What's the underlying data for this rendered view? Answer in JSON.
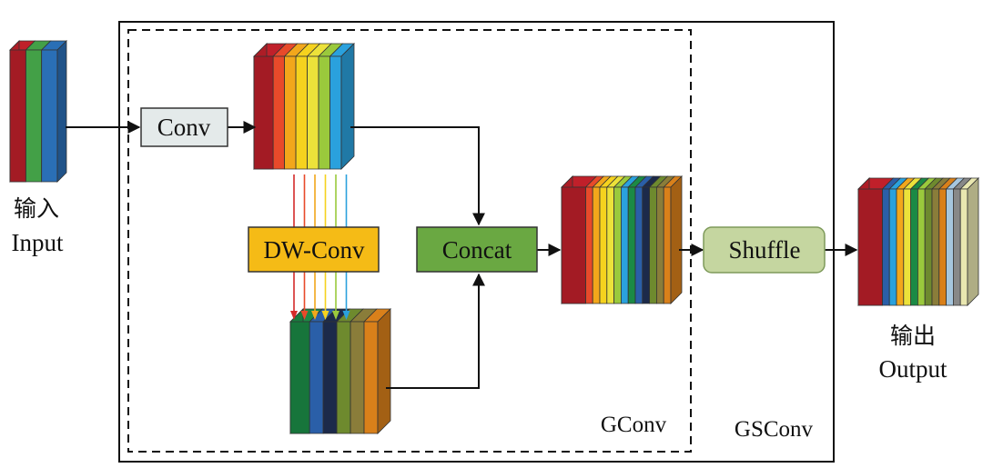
{
  "labels": {
    "input_cn": "输入",
    "input_en": "Input",
    "output_cn": "输出",
    "output_en": "Output",
    "gconv": "GConv",
    "gsconv": "GSConv"
  },
  "blocks": {
    "conv": {
      "label": "Conv",
      "fill": "#e4eaea"
    },
    "dwconv": {
      "label": "DW-Conv",
      "fill": "#f5bb16"
    },
    "concat": {
      "label": "Concat",
      "fill": "#6aa842"
    },
    "shuffle": {
      "label": "Shuffle",
      "fill": "#c5d6a0"
    }
  },
  "tensors": {
    "input": [
      "#c0202a",
      "#43a047",
      "#2a6fb6"
    ],
    "conv_out": [
      "#c0202a",
      "#e84a2a",
      "#f2a71b",
      "#f5d21e",
      "#ece23a",
      "#9ac93c",
      "#2aa1dd"
    ],
    "dw_out": [
      "#1b8a45",
      "#2a5fa8",
      "#1c2a4a",
      "#6e8a2e",
      "#8a7d3a",
      "#d9801a"
    ],
    "concat_out": [
      "#c0202a",
      "#e84a2a",
      "#f2a71b",
      "#f5d21e",
      "#ece23a",
      "#9ac93c",
      "#2aa1dd",
      "#1b8a45",
      "#2a5fa8",
      "#1c2a4a",
      "#6e8a2e",
      "#8a7d3a",
      "#d9801a"
    ],
    "output": [
      "#c0202a",
      "#2a5fa8",
      "#2aa1dd",
      "#f2a71b",
      "#ece23a",
      "#1b8a45",
      "#9ac93c",
      "#6e8a2e",
      "#8a7d3a",
      "#d9801a",
      "#a6c6de",
      "#888888",
      "#e9e7b0"
    ]
  },
  "dw_arrow_colors": [
    "#d42a2a",
    "#e84a2a",
    "#f2a71b",
    "#f5d21e",
    "#9ac93c",
    "#2aa1dd"
  ]
}
